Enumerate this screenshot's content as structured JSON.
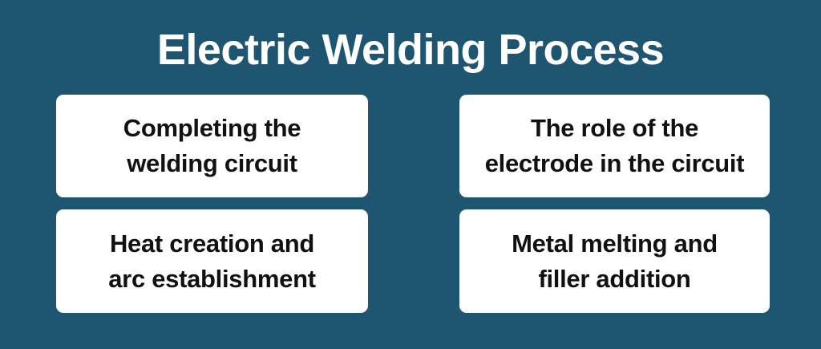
{
  "title": "Electric Welding Process",
  "cards": [
    {
      "line1": "Completing the",
      "line2": "welding circuit"
    },
    {
      "line1": "The role of the",
      "line2": "electrode in the circuit"
    },
    {
      "line1": "Heat creation and",
      "line2": "arc establishment"
    },
    {
      "line1": "Metal melting and",
      "line2": "filler addition"
    }
  ],
  "colors": {
    "background": "#1e5570",
    "card": "#ffffff",
    "title_text": "#ffffff",
    "card_text": "#111111"
  }
}
